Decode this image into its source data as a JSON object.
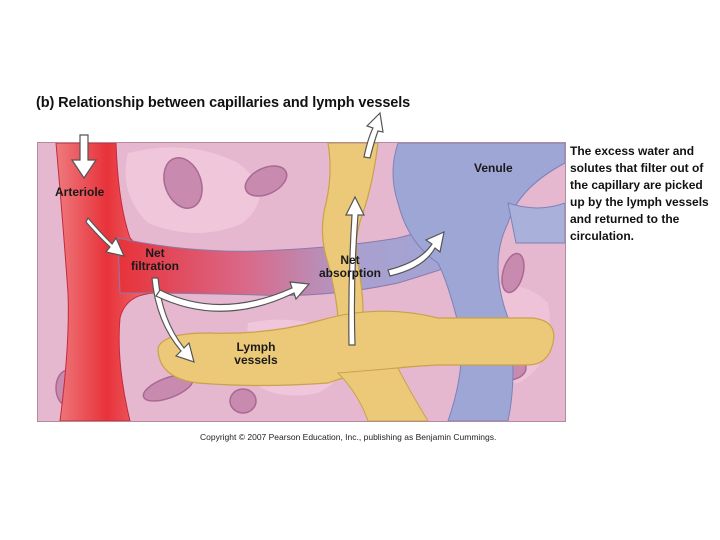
{
  "title": "(b) Relationship between capillaries and lymph vessels",
  "labels": {
    "arteriole": "Arteriole",
    "venule": "Venule",
    "net_filtration": [
      "Net",
      "filtration"
    ],
    "net_absorption": [
      "Net",
      "absorption"
    ],
    "lymph_vessels": [
      "Lymph",
      "vessels"
    ]
  },
  "caption": "The excess water and solutes that filter out of the capillary are picked up by the lymph vessels and returned to the circulation.",
  "copyright": "Copyright © 2007 Pearson Education, Inc., publishing as Benjamin Cummings.",
  "colors": {
    "tissue": "#e6b8d0",
    "arteriole": "#e8323a",
    "venule": "#9ea6d6",
    "lymph": "#ecc978",
    "cell": "#c98ab0"
  }
}
